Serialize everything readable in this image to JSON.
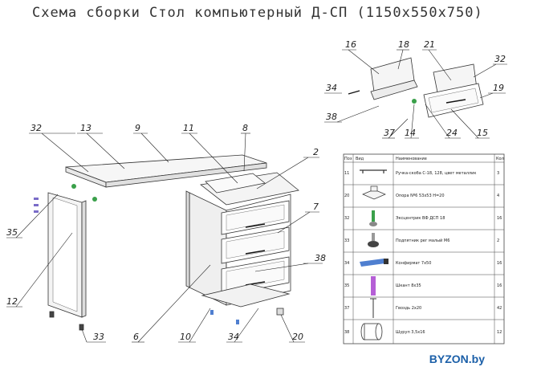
{
  "title": "Схема сборки  Стол компьютерный Д-СП (1150x550x750)",
  "brand": "BYZON.by",
  "callouts_main": [
    "32",
    "13",
    "9",
    "11",
    "8",
    "2",
    "7",
    "38",
    "35",
    "12",
    "33",
    "6",
    "10",
    "34",
    "20"
  ],
  "callouts_inset": [
    "16",
    "18",
    "21",
    "32",
    "34",
    "19",
    "38",
    "14",
    "37",
    "24",
    "15"
  ],
  "parts_table": {
    "headers": [
      "Поз",
      "Вид",
      "Наименование",
      "Кол"
    ],
    "rows": [
      {
        "pos": "11",
        "name": "Ручка-скоба С-18, 128, цвет металлик",
        "qty": "3",
        "icon": "handle-icon"
      },
      {
        "pos": "20",
        "name": "Опора  Nº6   53x53  Н=20",
        "qty": "4",
        "icon": "support-icon"
      },
      {
        "pos": "32",
        "name": "Эксцентрик ВФ ДСП 18",
        "qty": "16",
        "icon": "eccentric-icon"
      },
      {
        "pos": "33",
        "name": "Подпятник рег малый М6",
        "qty": "2",
        "icon": "foot-icon"
      },
      {
        "pos": "34",
        "name": "Конфирмат 7x50",
        "qty": "16",
        "icon": "confirmat-icon"
      },
      {
        "pos": "35",
        "name": "Шкант 8x35",
        "qty": "16",
        "icon": "dowel-icon"
      },
      {
        "pos": "37",
        "name": "Гвоздь 2x20",
        "qty": "42",
        "icon": "nail-icon"
      },
      {
        "pos": "38",
        "name": "Шуруп 3,5x16",
        "qty": "12",
        "icon": "screw-icon"
      }
    ]
  }
}
